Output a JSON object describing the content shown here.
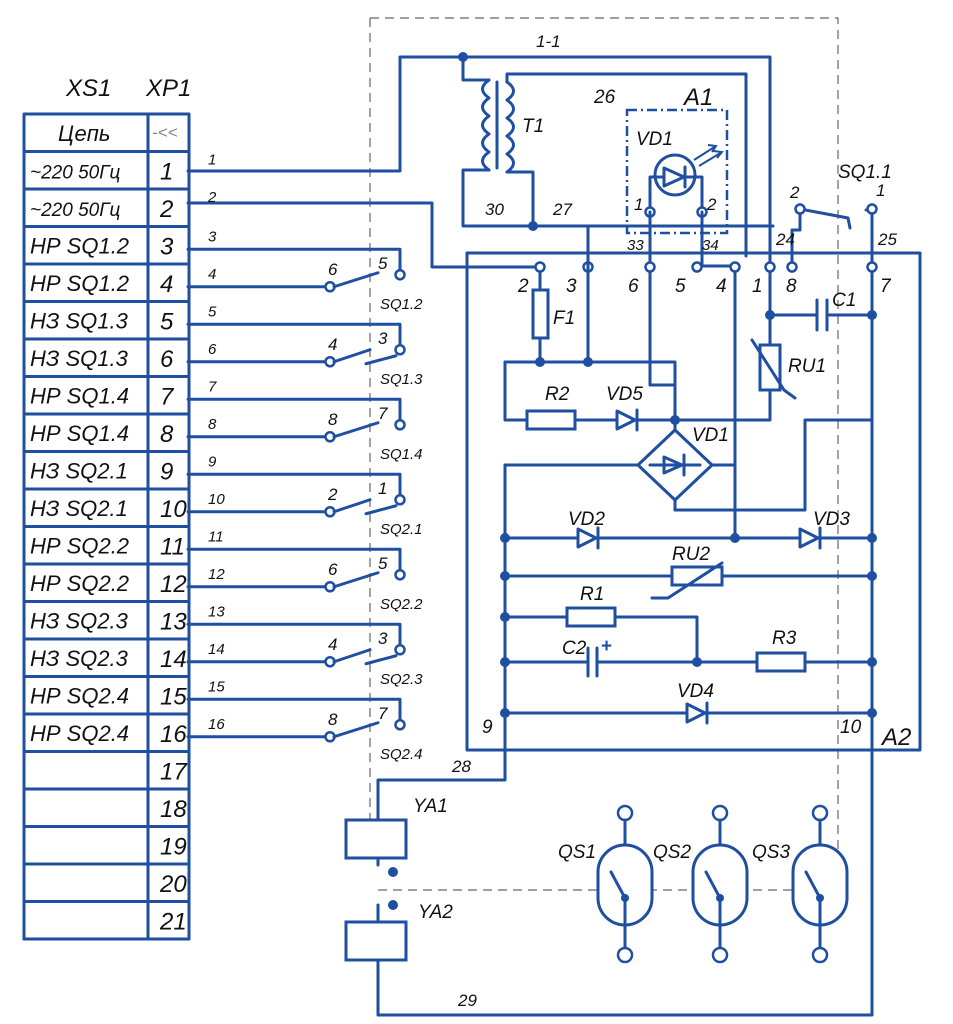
{
  "connector": {
    "xs_label": "XS1",
    "xp_label": "XP1",
    "header_circuit": "Цепь",
    "header_symbol": "-<<",
    "rows": [
      {
        "circuit": "~220 50Гц",
        "pin": "1"
      },
      {
        "circuit": "~220 50Гц",
        "pin": "2"
      },
      {
        "circuit": "НР SQ1.2",
        "pin": "3"
      },
      {
        "circuit": "НР SQ1.2",
        "pin": "4"
      },
      {
        "circuit": "НЗ SQ1.3",
        "pin": "5"
      },
      {
        "circuit": "НЗ SQ1.3",
        "pin": "6"
      },
      {
        "circuit": "НР SQ1.4",
        "pin": "7"
      },
      {
        "circuit": "НР SQ1.4",
        "pin": "8"
      },
      {
        "circuit": "НЗ SQ2.1",
        "pin": "9"
      },
      {
        "circuit": "НЗ SQ2.1",
        "pin": "10"
      },
      {
        "circuit": "НР SQ2.2",
        "pin": "11"
      },
      {
        "circuit": "НР SQ2.2",
        "pin": "12"
      },
      {
        "circuit": "НЗ SQ2.3",
        "pin": "13"
      },
      {
        "circuit": "НЗ SQ2.3",
        "pin": "14"
      },
      {
        "circuit": "НР SQ2.4",
        "pin": "15"
      },
      {
        "circuit": "НР SQ2.4",
        "pin": "16"
      },
      {
        "circuit": "",
        "pin": "17"
      },
      {
        "circuit": "",
        "pin": "18"
      },
      {
        "circuit": "",
        "pin": "19"
      },
      {
        "circuit": "",
        "pin": "20"
      },
      {
        "circuit": "",
        "pin": "21"
      }
    ]
  },
  "wire_numbers": [
    "1",
    "2",
    "3",
    "4",
    "5",
    "6",
    "7",
    "8",
    "9",
    "10",
    "11",
    "12",
    "13",
    "14",
    "15",
    "16"
  ],
  "switches": [
    {
      "name": "SQ1.2",
      "left": "6",
      "right": "5"
    },
    {
      "name": "SQ1.3",
      "left": "4",
      "right": "3"
    },
    {
      "name": "SQ1.4",
      "left": "8",
      "right": "7"
    },
    {
      "name": "SQ2.1",
      "left": "2",
      "right": "1"
    },
    {
      "name": "SQ2.2",
      "left": "6",
      "right": "5"
    },
    {
      "name": "SQ2.3",
      "left": "4",
      "right": "3"
    },
    {
      "name": "SQ2.4",
      "left": "8",
      "right": "7"
    }
  ],
  "labels": {
    "wire_1_1": "1-1",
    "t1": "T1",
    "a1": "A1",
    "a2": "A2",
    "vd1_led": "VD1",
    "vd1_bridge": "VD1",
    "n26": "26",
    "n27": "27",
    "n30": "30",
    "n33": "33",
    "n34": "34",
    "n24": "24",
    "n25": "25",
    "n28": "28",
    "n29": "29",
    "sq11": "SQ1.1",
    "sq11_left": "2",
    "sq11_right": "1",
    "led_pin1": "1",
    "led_pin2": "2",
    "term_2": "2",
    "term_3": "3",
    "term_6": "6",
    "term_5": "5",
    "term_4": "4",
    "term_1": "1",
    "term_8": "8",
    "term_7": "7",
    "term_9": "9",
    "term_10": "10",
    "f1": "F1",
    "c1": "C1",
    "ru1": "RU1",
    "r2": "R2",
    "vd5": "VD5",
    "vd2": "VD2",
    "vd3": "VD3",
    "ru2": "RU2",
    "r1": "R1",
    "c2": "C2",
    "c2_plus": "+",
    "r3": "R3",
    "vd4": "VD4",
    "ya1": "YA1",
    "ya2": "YA2",
    "qs1": "QS1",
    "qs2": "QS2",
    "qs3": "QS3"
  }
}
